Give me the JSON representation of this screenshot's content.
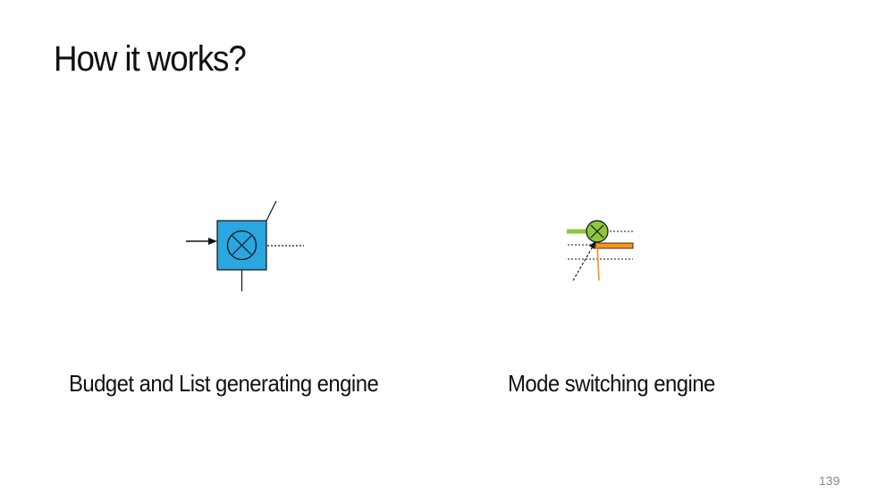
{
  "slide": {
    "title": "How it works?",
    "page_number": "139"
  },
  "engines": [
    {
      "caption": "Budget and List generating engine",
      "icon": "budget-list-engine-icon",
      "fill_color": "#2aa6e0",
      "symbol": "circled-times"
    },
    {
      "caption": "Mode switching engine",
      "icon": "mode-switching-engine-icon",
      "fill_color": "#8dc63f",
      "symbol": "circled-times",
      "line_colors": {
        "green": "#8dc63f",
        "orange": "#f7941d"
      }
    }
  ]
}
